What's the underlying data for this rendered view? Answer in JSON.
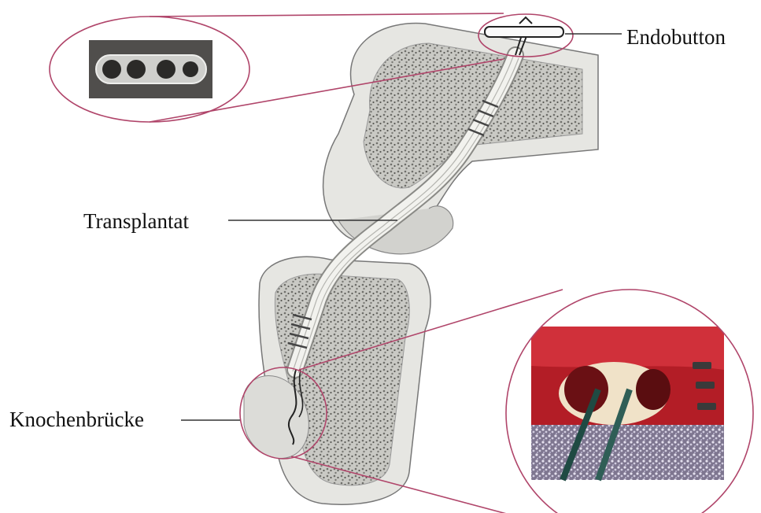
{
  "labels": {
    "endobutton": "Endobutton",
    "transplantat": "Transplantat",
    "knochenbruecke": "Knochenbrücke"
  },
  "colors": {
    "callout_line": "#b0456a",
    "bone_cortex": "#e8e8e4",
    "bone_cancellous": "#8d8d88",
    "graft": "#f2f2ee",
    "tissue_red": "#c0202a",
    "instrument": "#2f5e56",
    "leader_line": "#333333"
  },
  "icons": {
    "endobutton_closeup": "endobutton-photo",
    "surgical_photo": "surgical-site-photo"
  }
}
